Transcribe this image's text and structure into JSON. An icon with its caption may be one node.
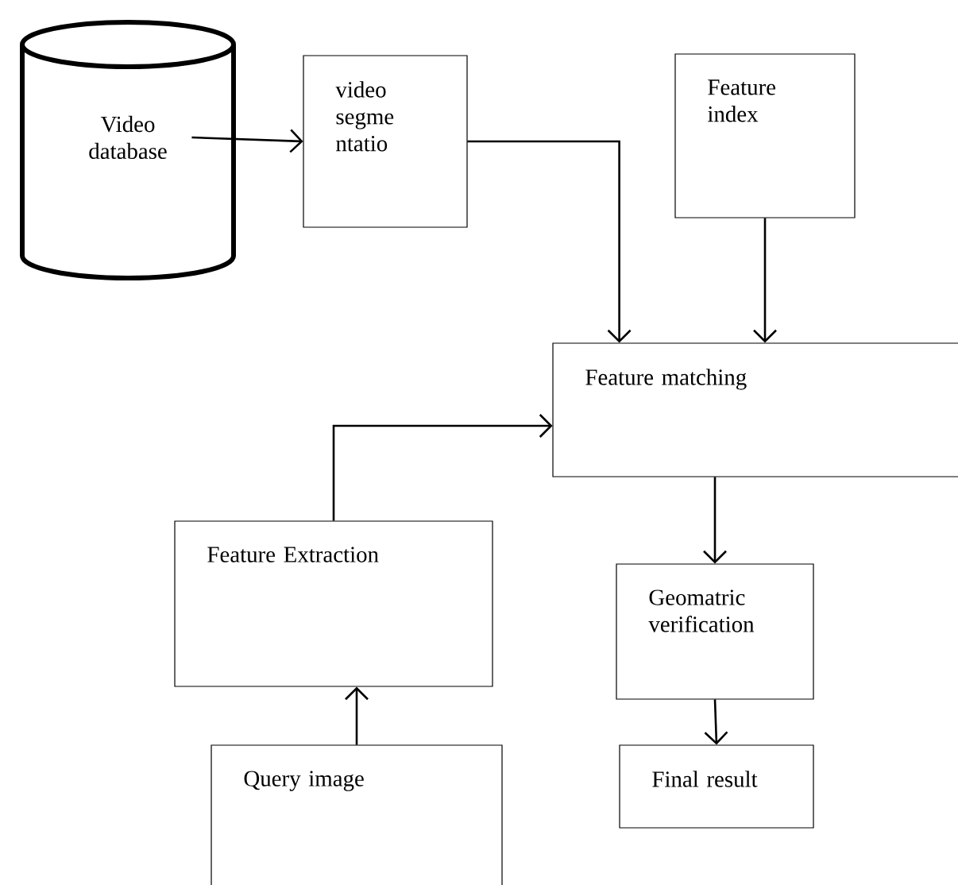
{
  "diagram": {
    "nodes": [
      {
        "text": [
          "Video database"
        ]
      },
      {
        "text": [
          "video segme ntatio"
        ]
      },
      {
        "text": [
          "Feature index"
        ]
      },
      {
        "text": [
          "Feature matching"
        ]
      },
      {
        "text": [
          "Feature Extraction"
        ]
      },
      {
        "text": [
          "Geomatric verification"
        ]
      },
      {
        "text": [
          "Final result"
        ]
      },
      {
        "text": [
          "Query image"
        ]
      }
    ],
    "edges": [
      {
        "from": 0,
        "to": 1,
        "arrow": "to"
      },
      {
        "from": 1,
        "to": 3,
        "arrow": "to"
      },
      {
        "from": 2,
        "to": 3,
        "arrow": "to"
      },
      {
        "from": 4,
        "to": 3,
        "arrow": "to"
      },
      {
        "from": 3,
        "to": 5,
        "arrow": "to"
      },
      {
        "from": 5,
        "to": 6,
        "arrow": "to"
      },
      {
        "from": 7,
        "to": 4,
        "arrow": "to"
      }
    ]
  }
}
